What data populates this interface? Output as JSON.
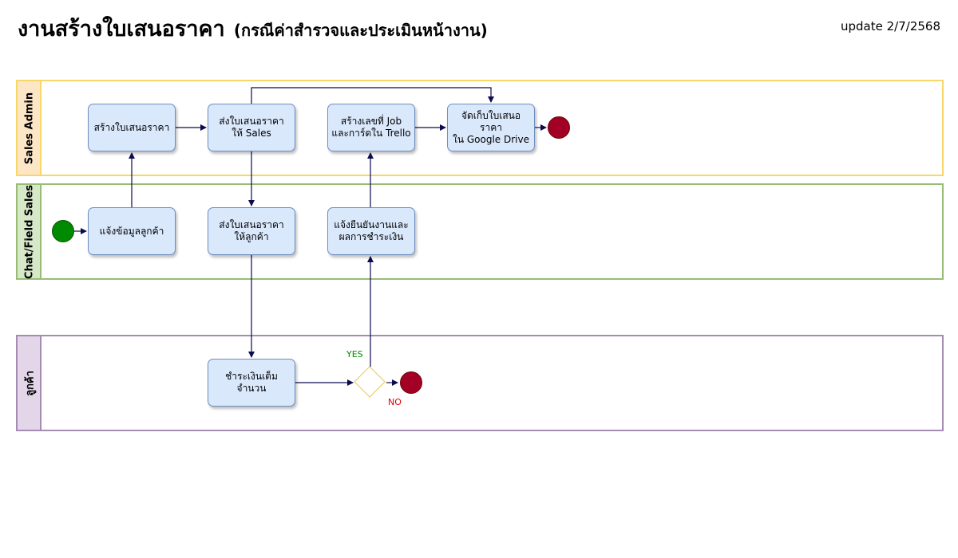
{
  "header": {
    "title": "งานสร้างใบเสนอราคา",
    "subtitle": "(กรณีค่าสำรวจและประเมินหน้างาน)",
    "update": "update 2/7/2568"
  },
  "lanes": {
    "sales_admin": "Sales Admin",
    "chat_field_sales": "Chat/Field Sales",
    "customer": "ลูกค้า"
  },
  "steps": {
    "create_quote": "สร้างใบเสนอราคา",
    "send_quote_to_sales": "ส่งใบเสนอราคา\nให้ Sales",
    "create_job_number": "สร้างเลขที่ Job\nและการ์ดใน Trello",
    "store_quote": "จัดเก็บใบเสนอราคา\nใน Google Drive",
    "notify_customer_info": "แจ้งข้อมูลลูกค้า",
    "send_quote_to_customer": "ส่งใบเสนอราคา\nให้ลูกค้า",
    "confirm_job_payment": "แจ้งยืนยันงานและ\nผลการชำระเงิน",
    "full_payment": "ชำระเงินเต็มจำนวน"
  },
  "decision": {
    "yes_label": "YES",
    "no_label": "NO"
  },
  "colors": {
    "box_fill": "#dae8fc",
    "box_border": "#6c8ebf",
    "start": "#008a00",
    "end": "#a20025",
    "arrow": "#0b0b4f"
  }
}
